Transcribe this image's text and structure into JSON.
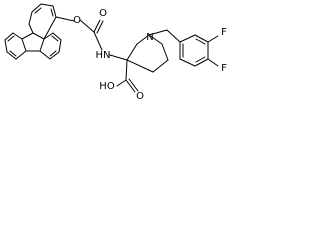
{
  "structure": {
    "labels": {
      "ester_oxygen": "O",
      "carbonyl_oxygen": "O",
      "amide_nh": "HN",
      "ring_nitrogen": "N",
      "acid_hydroxyl": "HO",
      "acid_carbonyl_oxygen": "O",
      "fluorine_meta": "F",
      "fluorine_para": "F"
    },
    "colors": {
      "bond": "#000000",
      "text": "#000000",
      "background": "#ffffff"
    }
  }
}
